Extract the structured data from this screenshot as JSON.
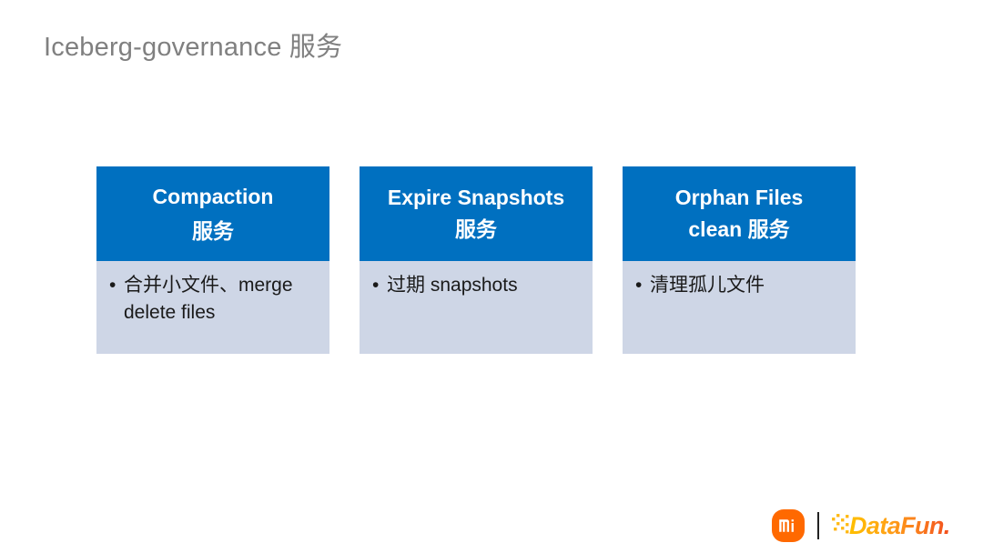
{
  "slide": {
    "title": "Iceberg-governance 服务",
    "background_color": "#FFFFFF",
    "title_color": "#808080",
    "card_header_color": "#0070C0",
    "card_body_color": "#CED6E6"
  },
  "cards": [
    {
      "header_line1": "Compaction",
      "header_line2": "服务",
      "bullet_marker": "•",
      "bullet_text": "合并小文件、merge delete files"
    },
    {
      "header_line1": "Expire Snapshots",
      "header_line2": "服务",
      "bullet_marker": "•",
      "bullet_text": "过期  snapshots"
    },
    {
      "header_line1": "Orphan Files",
      "header_line2": "clean 服务",
      "bullet_marker": "•",
      "bullet_text": "清理孤儿文件"
    }
  ],
  "footer": {
    "mi_logo_text": "mi",
    "mi_logo_color": "#FF6900",
    "datafun_logo_text": "DataFun.",
    "datafun_gradient_start": "#FFC000",
    "datafun_gradient_end": "#F24E1E",
    "divider": "|"
  }
}
